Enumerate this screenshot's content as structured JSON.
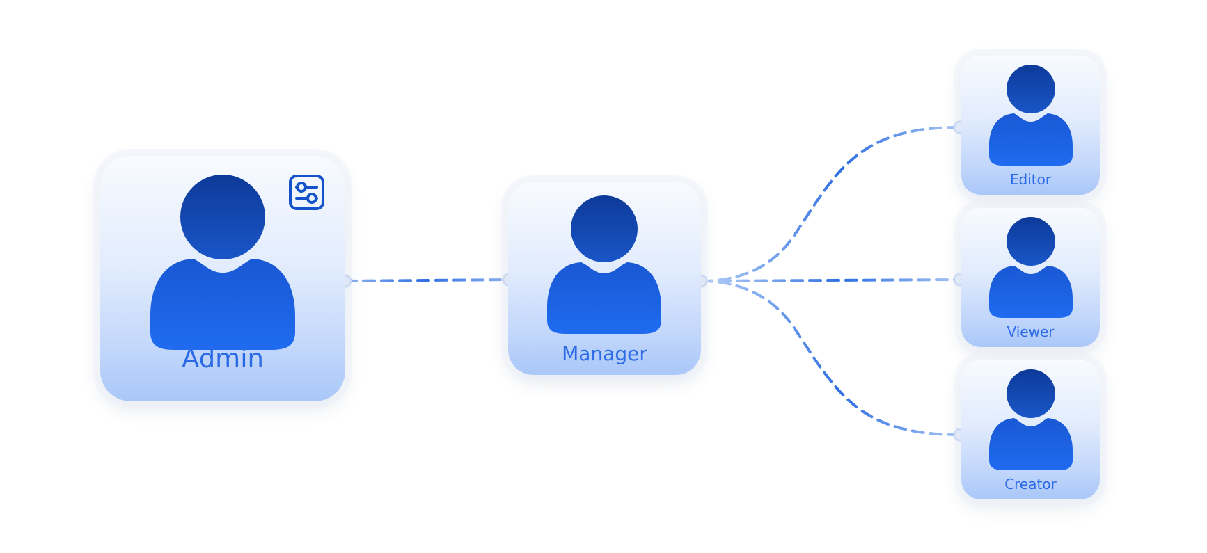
{
  "nodes": {
    "admin": {
      "label": "Admin"
    },
    "manager": {
      "label": "Manager"
    },
    "editor": {
      "label": "Editor"
    },
    "viewer": {
      "label": "Viewer"
    },
    "creator": {
      "label": "Creator"
    }
  },
  "icons": {
    "avatar": "user-icon",
    "admin_badge": "settings-sliders-icon",
    "connector_endpoint": "connector-dot"
  },
  "colors": {
    "background": "#ffffff",
    "avatar_head_top": "#0d3a99",
    "avatar_head_bottom": "#1a56c8",
    "avatar_body_top": "#1958d4",
    "avatar_body_bottom": "#1f6bf0",
    "label": "#2b6ae6",
    "badge": "#1552c9",
    "connector": "#2d6ee3",
    "connector_light": "#9fc0f2",
    "endpoint_fill": "#dce8fb",
    "endpoint_stroke": "#a8c4f3"
  }
}
